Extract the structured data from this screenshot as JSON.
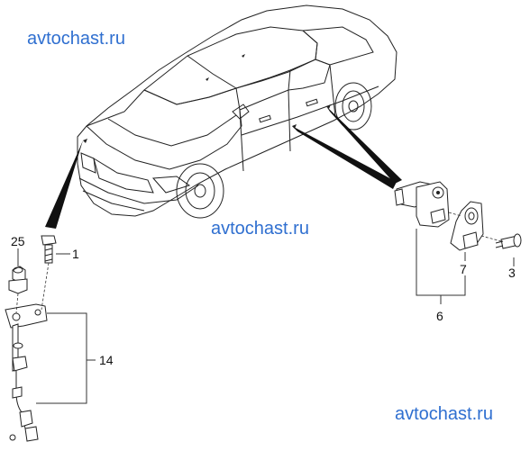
{
  "watermarks": [
    "avtochast.ru",
    "avtochast.ru",
    "avtochast.ru"
  ],
  "callouts": {
    "c1": "1",
    "c3": "3",
    "c6": "6",
    "c7": "7",
    "c14": "14",
    "c25": "25"
  }
}
